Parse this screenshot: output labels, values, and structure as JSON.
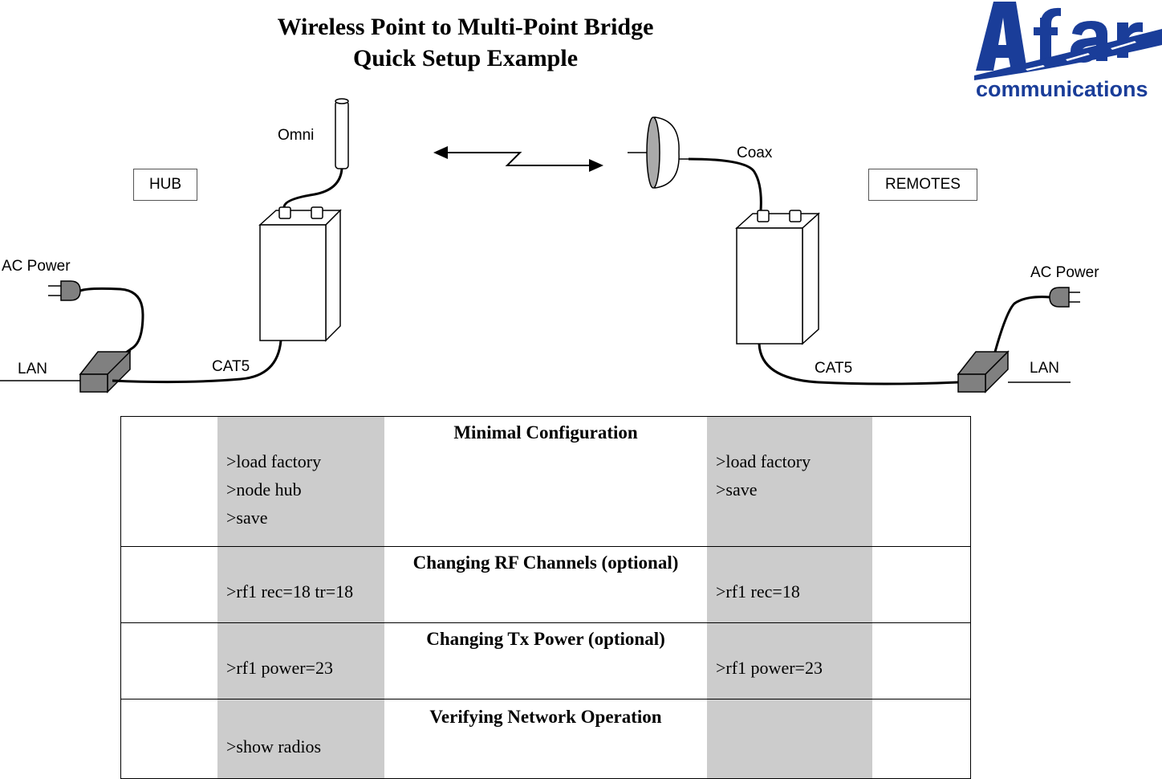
{
  "title": {
    "line1": "Wireless Point to Multi-Point Bridge",
    "line2": "Quick Setup Example"
  },
  "logo": {
    "brand_letters": "Afar",
    "tagline": "communications",
    "color": "#1a3d99"
  },
  "diagram": {
    "hub_label": "HUB",
    "remotes_label": "REMOTES",
    "omni_label": "Omni",
    "coax_label": "Coax",
    "left_ac_label": "AC Power",
    "right_ac_label": "AC Power",
    "left_lan_label": "LAN",
    "right_lan_label": "LAN",
    "left_cat5_label": "CAT5",
    "right_cat5_label": "CAT5",
    "icons": [
      "omni-antenna-icon",
      "dish-antenna-icon",
      "radio-unit-icon",
      "power-plug-icon",
      "power-injector-icon",
      "wireless-link-icon"
    ],
    "colors": {
      "device_gray": "#808080",
      "shade": "#cccccc"
    }
  },
  "config": {
    "sections": [
      {
        "heading": "Minimal Configuration",
        "hub_cmds": [
          ">load factory",
          ">node hub",
          ">save"
        ],
        "remote_cmds": [
          ">load factory",
          ">save"
        ]
      },
      {
        "heading": "Changing RF Channels (optional)",
        "hub_cmds": [
          ">rf1 rec=18 tr=18"
        ],
        "remote_cmds": [
          ">rf1 rec=18"
        ]
      },
      {
        "heading": "Changing Tx Power (optional)",
        "hub_cmds": [
          ">rf1 power=23"
        ],
        "remote_cmds": [
          ">rf1 power=23"
        ]
      },
      {
        "heading": "Verifying Network Operation",
        "hub_cmds": [
          ">show radios"
        ],
        "remote_cmds": []
      }
    ]
  }
}
